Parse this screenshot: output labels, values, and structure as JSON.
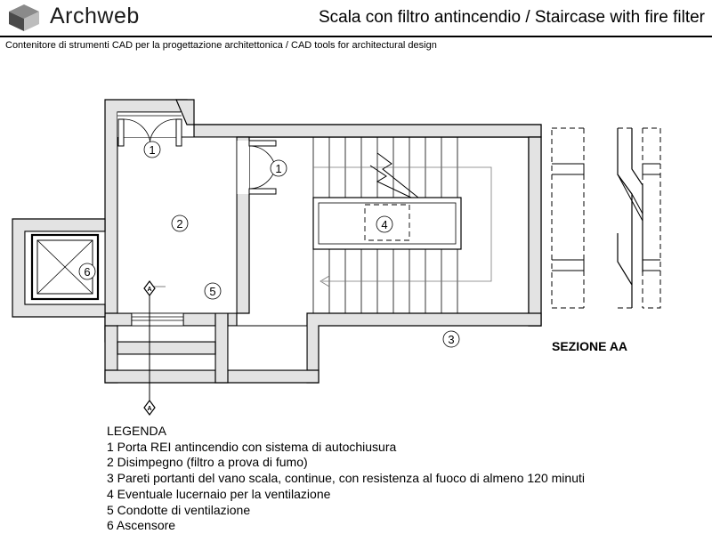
{
  "header": {
    "brand": "Archweb",
    "title": "Scala con filtro antincendio / Staircase with fire filter",
    "subtitle": "Contenitore di strumenti CAD per la progettazione architettonica  /  CAD tools for architectural design"
  },
  "plan": {
    "markers": [
      "1",
      "1",
      "2",
      "4",
      "5",
      "6",
      "3"
    ],
    "section_marks": [
      "A",
      "A"
    ]
  },
  "section": {
    "label": "SEZIONE AA"
  },
  "legend": {
    "title": "LEGENDA",
    "items": [
      "1 Porta REI antincendio con sistema di autochiusura",
      "2 Disimpegno (filtro a prova di fumo)",
      "3 Pareti portanti del vano scala, continue, con resistenza al fuoco di almeno 120 minuti",
      "4 Eventuale lucernaio per la ventilazione",
      "5 Condotte di ventilazione",
      "6 Ascensore"
    ]
  },
  "colors": {
    "wall_fill": "#e3e3e3",
    "line": "#000000",
    "guide": "#7a7a7a"
  }
}
